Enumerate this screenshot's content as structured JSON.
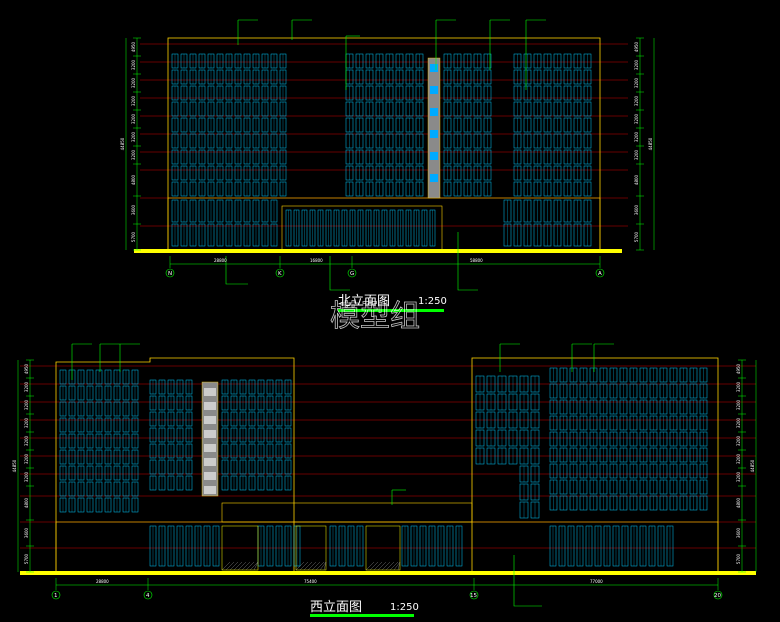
{
  "top_view": {
    "title": "北立面图",
    "scale": "1:250",
    "overall_dim": "44850",
    "dims": [
      "4950",
      "3200",
      "3200",
      "3200",
      "3200",
      "3200",
      "3200",
      "4800",
      "3600",
      "5700"
    ],
    "bottom_dims": [
      "28800",
      "16800",
      "58800"
    ],
    "axes": [
      "N",
      "K",
      "G",
      "A"
    ]
  },
  "bottom_view": {
    "title": "西立面图",
    "scale": "1:250",
    "overall_dim": "44850",
    "dims": [
      "4950",
      "3200",
      "3200",
      "3200",
      "3200",
      "3200",
      "3200",
      "4800",
      "3600",
      "5700"
    ],
    "bottom_dims": [
      "28800",
      "75400",
      "77000"
    ],
    "axes": [
      "1",
      "4",
      "15",
      "20"
    ]
  },
  "watermark": "模型组",
  "colors": {
    "background": "#000000",
    "outline": "#ffff00",
    "windows": "#00ccff",
    "floor_lines": "#cc0000",
    "leaders": "#00ff00",
    "ground": "#ffff00"
  }
}
